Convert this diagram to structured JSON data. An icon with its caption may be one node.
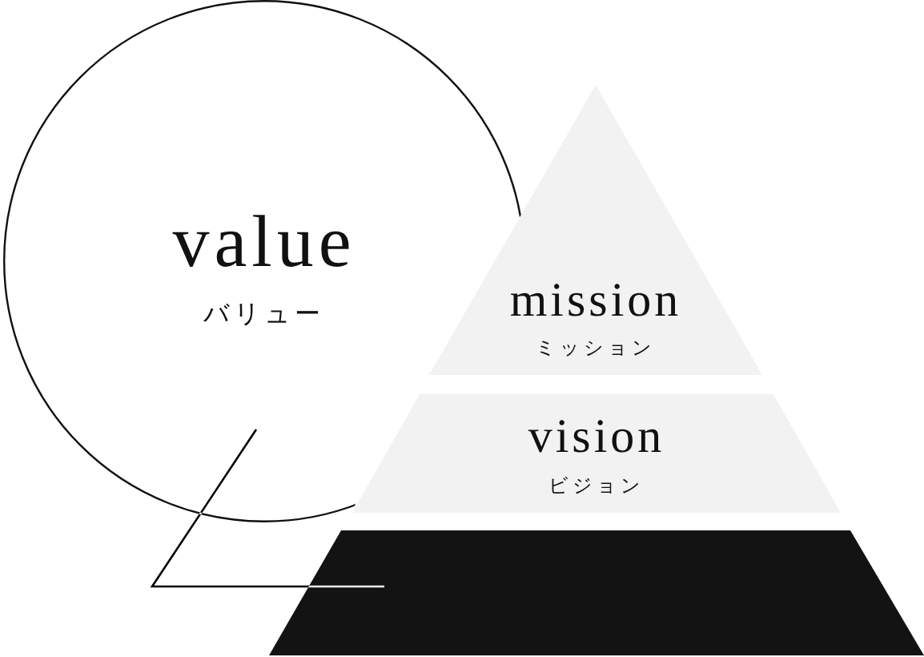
{
  "diagram": {
    "nodes": [
      {
        "text": [
          "value",
          "バリュー"
        ]
      },
      {
        "text": [
          "mission",
          "ミッション"
        ]
      },
      {
        "text": [
          "vision",
          "ビジョン"
        ]
      },
      {
        "text": [],
        "shape": "box"
      }
    ],
    "edges": [
      {
        "from": 0,
        "to": 3,
        "arrow": "none"
      }
    ]
  }
}
